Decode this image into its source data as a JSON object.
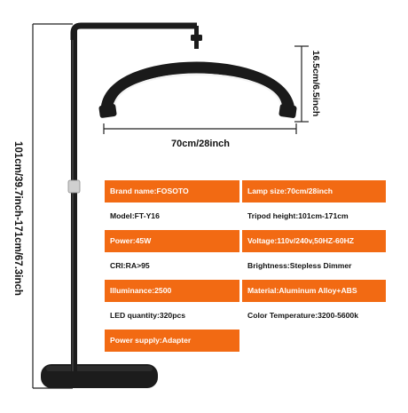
{
  "dimensions": {
    "total_height": "101cm/39.7inch-171cm/67.3inch",
    "lamp_height": "16.5cm/6.5inch",
    "lamp_width": "70cm/28inch"
  },
  "specs": [
    {
      "left": "Brand name:FOSOTO",
      "right": "Lamp size:70cm/28inch",
      "highlight": true
    },
    {
      "left": "Model:FT-Y16",
      "right": "Tripod height:101cm-171cm",
      "highlight": false
    },
    {
      "left": "Power:45W",
      "right": "Voltage:110v/240v,50HZ-60HZ",
      "highlight": true
    },
    {
      "left": "CRI:RA>95",
      "right": "Brightness:Stepless Dimmer",
      "highlight": false
    },
    {
      "left": "Illuminance:2500",
      "right": "Material:Aluminum Alloy+ABS",
      "highlight": true
    },
    {
      "left": "LED quantity:320pcs",
      "right": "Color Temperature:3200-5600k",
      "highlight": false
    },
    {
      "left": "Power supply:Adapter",
      "right": "",
      "highlight": true
    }
  ],
  "colors": {
    "accent": "#f26a13",
    "lamp_body": "#1c1c1c",
    "dimension_line": "#222222"
  },
  "icons": {
    "product": "half-moon-floor-lamp"
  }
}
